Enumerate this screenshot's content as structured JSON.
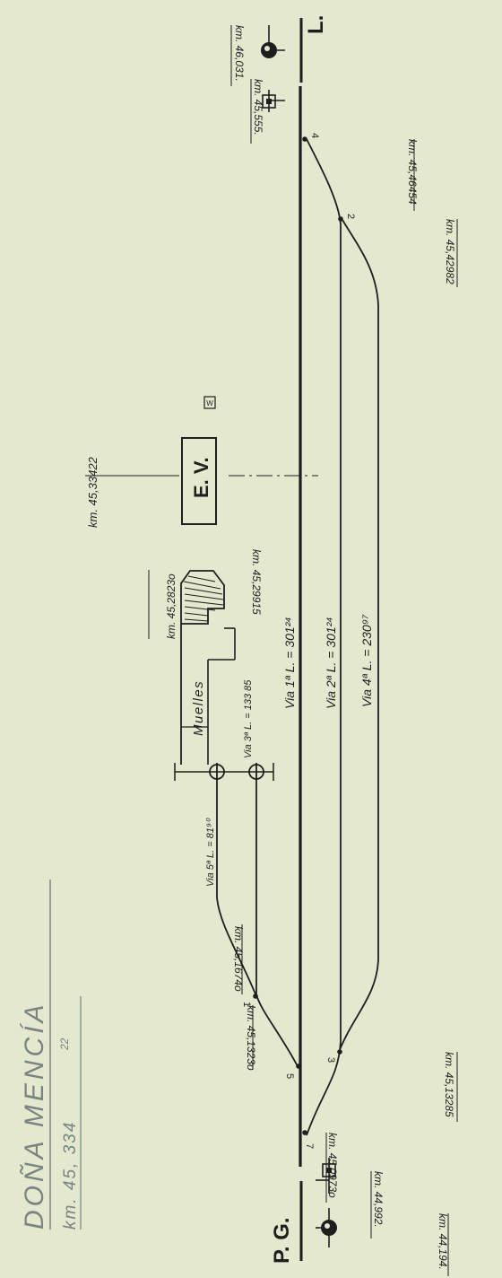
{
  "header": {
    "station_name": "DOÑA MENCÍA",
    "station_km": "km. 45, 334",
    "station_km_frac": "22"
  },
  "ends": {
    "left_label": "P. G.",
    "right_label": "L."
  },
  "signals": {
    "left_distant_km": "km. 44,194.",
    "left_home_km": "km. 44,992.",
    "right_home_km": "km. 45,555.",
    "right_distant_km": "km. 46,031."
  },
  "switches": [
    {
      "number": "7",
      "km": "km. 45,0973o"
    },
    {
      "number": "5",
      "km": "km. 45,1323o"
    },
    {
      "number": "3",
      "km": "km. 45,13285"
    },
    {
      "number": "1",
      "km": "km. 45,1674o"
    },
    {
      "number": "2",
      "km": "km. 45,42982"
    },
    {
      "number": "4",
      "km": "km. 45,46454"
    }
  ],
  "tracks": {
    "via1": "Via 1ª L. = 301²⁴",
    "via2": "Via 2ª L. = 301²⁴",
    "via3": "Via 3ª L. = 133 85",
    "via4": "Via 4ª L. = 230⁹⁷",
    "via5": "Via 5ª L. = 81⁹⁰"
  },
  "buildings": {
    "station_building": "E. V.",
    "station_km": "km. 45,33422",
    "wc": "W",
    "platform": "Muelles",
    "platform_start_km": "km. 45,2823o",
    "platform_end_km": "km. 45,29915"
  }
}
